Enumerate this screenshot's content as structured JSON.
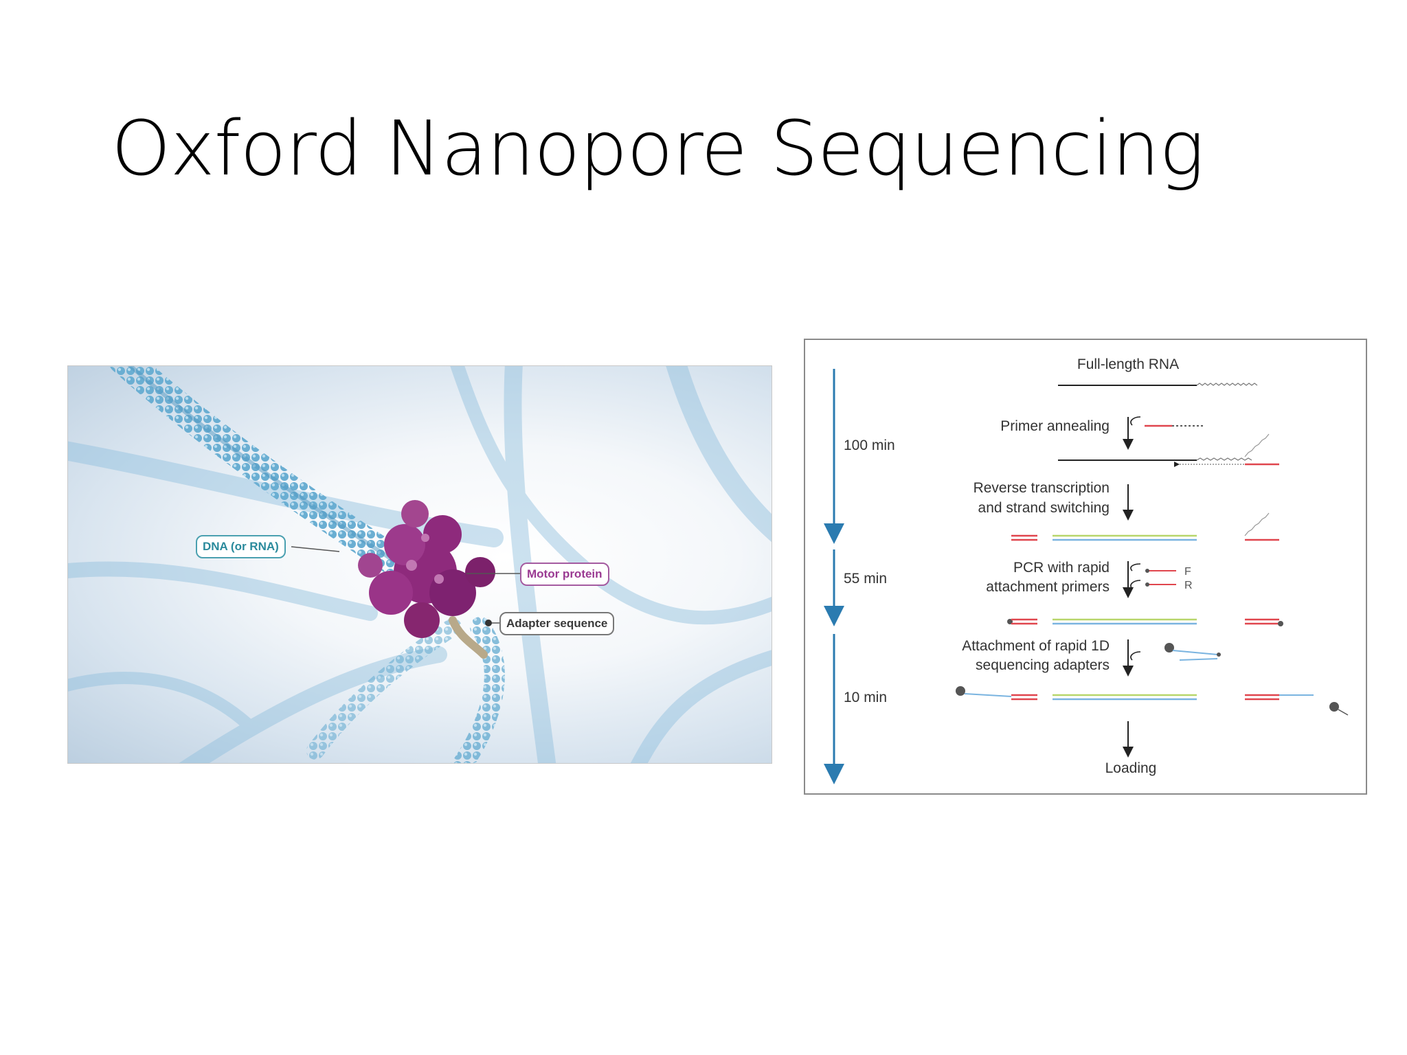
{
  "slide": {
    "title": "Oxford Nanopore Sequencing"
  },
  "left_figure": {
    "labels": {
      "dna": "DNA (or RNA)",
      "motor": "Motor protein",
      "adapter": "Adapter sequence"
    },
    "colors": {
      "dna_label": "#2a8a9c",
      "motor_label": "#9a3a92",
      "adapter_label": "#3a3a3a",
      "strand": "#6aaed2",
      "protein": "#8e2a7c"
    }
  },
  "right_figure": {
    "top_label": "Full-length RNA",
    "durations": [
      "100 min",
      "55 min",
      "10 min"
    ],
    "steps": [
      {
        "lines": [
          "Primer annealing"
        ]
      },
      {
        "lines": [
          "Reverse transcription",
          "and strand switching"
        ]
      },
      {
        "lines": [
          "PCR with rapid",
          "attachment primers"
        ]
      },
      {
        "lines": [
          "Attachment of rapid 1D",
          "sequencing adapters"
        ]
      }
    ],
    "primer_labels": {
      "forward": "F",
      "reverse": "R"
    },
    "final_label": "Loading",
    "colors": {
      "timeline": "#2b7bb0",
      "red": "#e0454d",
      "green": "#b7d66a",
      "blue": "#7ab4e0",
      "black": "#222222"
    }
  }
}
